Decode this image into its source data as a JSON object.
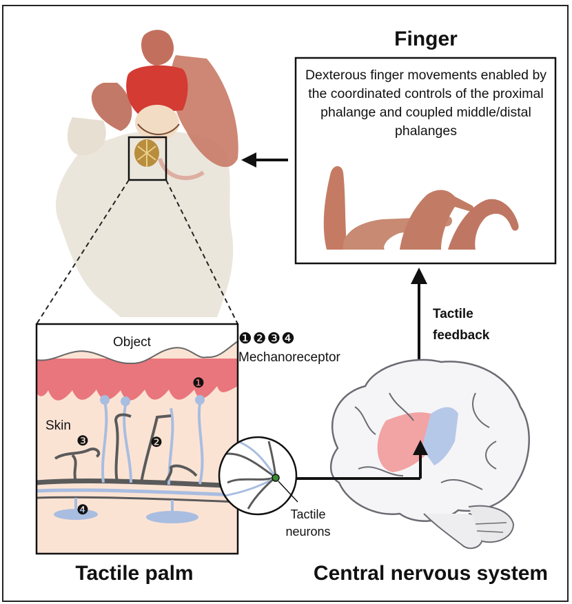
{
  "titles": {
    "finger": "Finger",
    "palm": "Tactile palm",
    "cns": "Central nervous system"
  },
  "finger_description": "Dexterous finger movements enabled by the coordinated controls of the proximal phalange and coupled middle/distal phalanges",
  "tactile_feedback_label": "Tactile\nfeedback",
  "mechanoreceptor": {
    "numbers": "❶❷❸❹",
    "label": "Mechanoreceptor"
  },
  "skin_section": {
    "object_label": "Object",
    "skin_label": "Skin",
    "markers": [
      "❶",
      "❷",
      "❸",
      "❹"
    ]
  },
  "neurons_label": "Tactile\nneurons",
  "colors": {
    "dermis": "#e9767c",
    "tissue": "#fbe3d4",
    "nerve_blue": "#a8bde0",
    "nerve_gray": "#5a5a5a",
    "brain_red": "#f08b8b",
    "brain_blue": "#b3c6e6",
    "hand_red": "#c23a36"
  }
}
